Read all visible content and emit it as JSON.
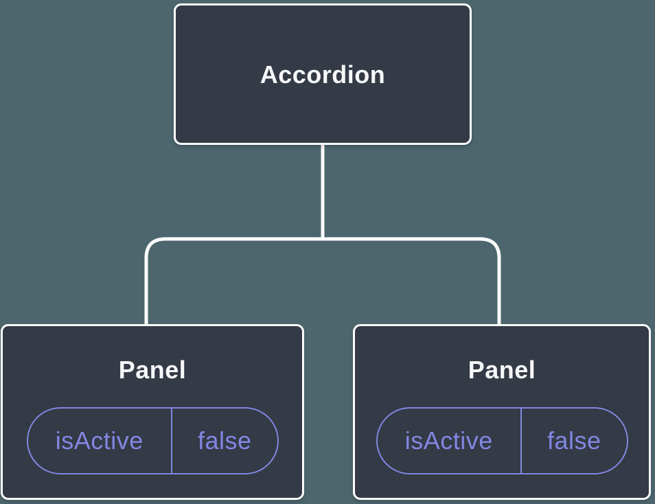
{
  "diagram": {
    "type": "component-tree",
    "root": {
      "label": "Accordion"
    },
    "children": [
      {
        "label": "Panel",
        "state": {
          "name": "isActive",
          "value": "false"
        }
      },
      {
        "label": "Panel",
        "state": {
          "name": "isActive",
          "value": "false"
        }
      }
    ],
    "colors": {
      "background": "#4d666e",
      "node_fill": "#343a46",
      "node_border": "#ffffff",
      "connector": "#ffffff",
      "title_text": "#f6f7f9",
      "state_accent": "#8287e2"
    }
  }
}
